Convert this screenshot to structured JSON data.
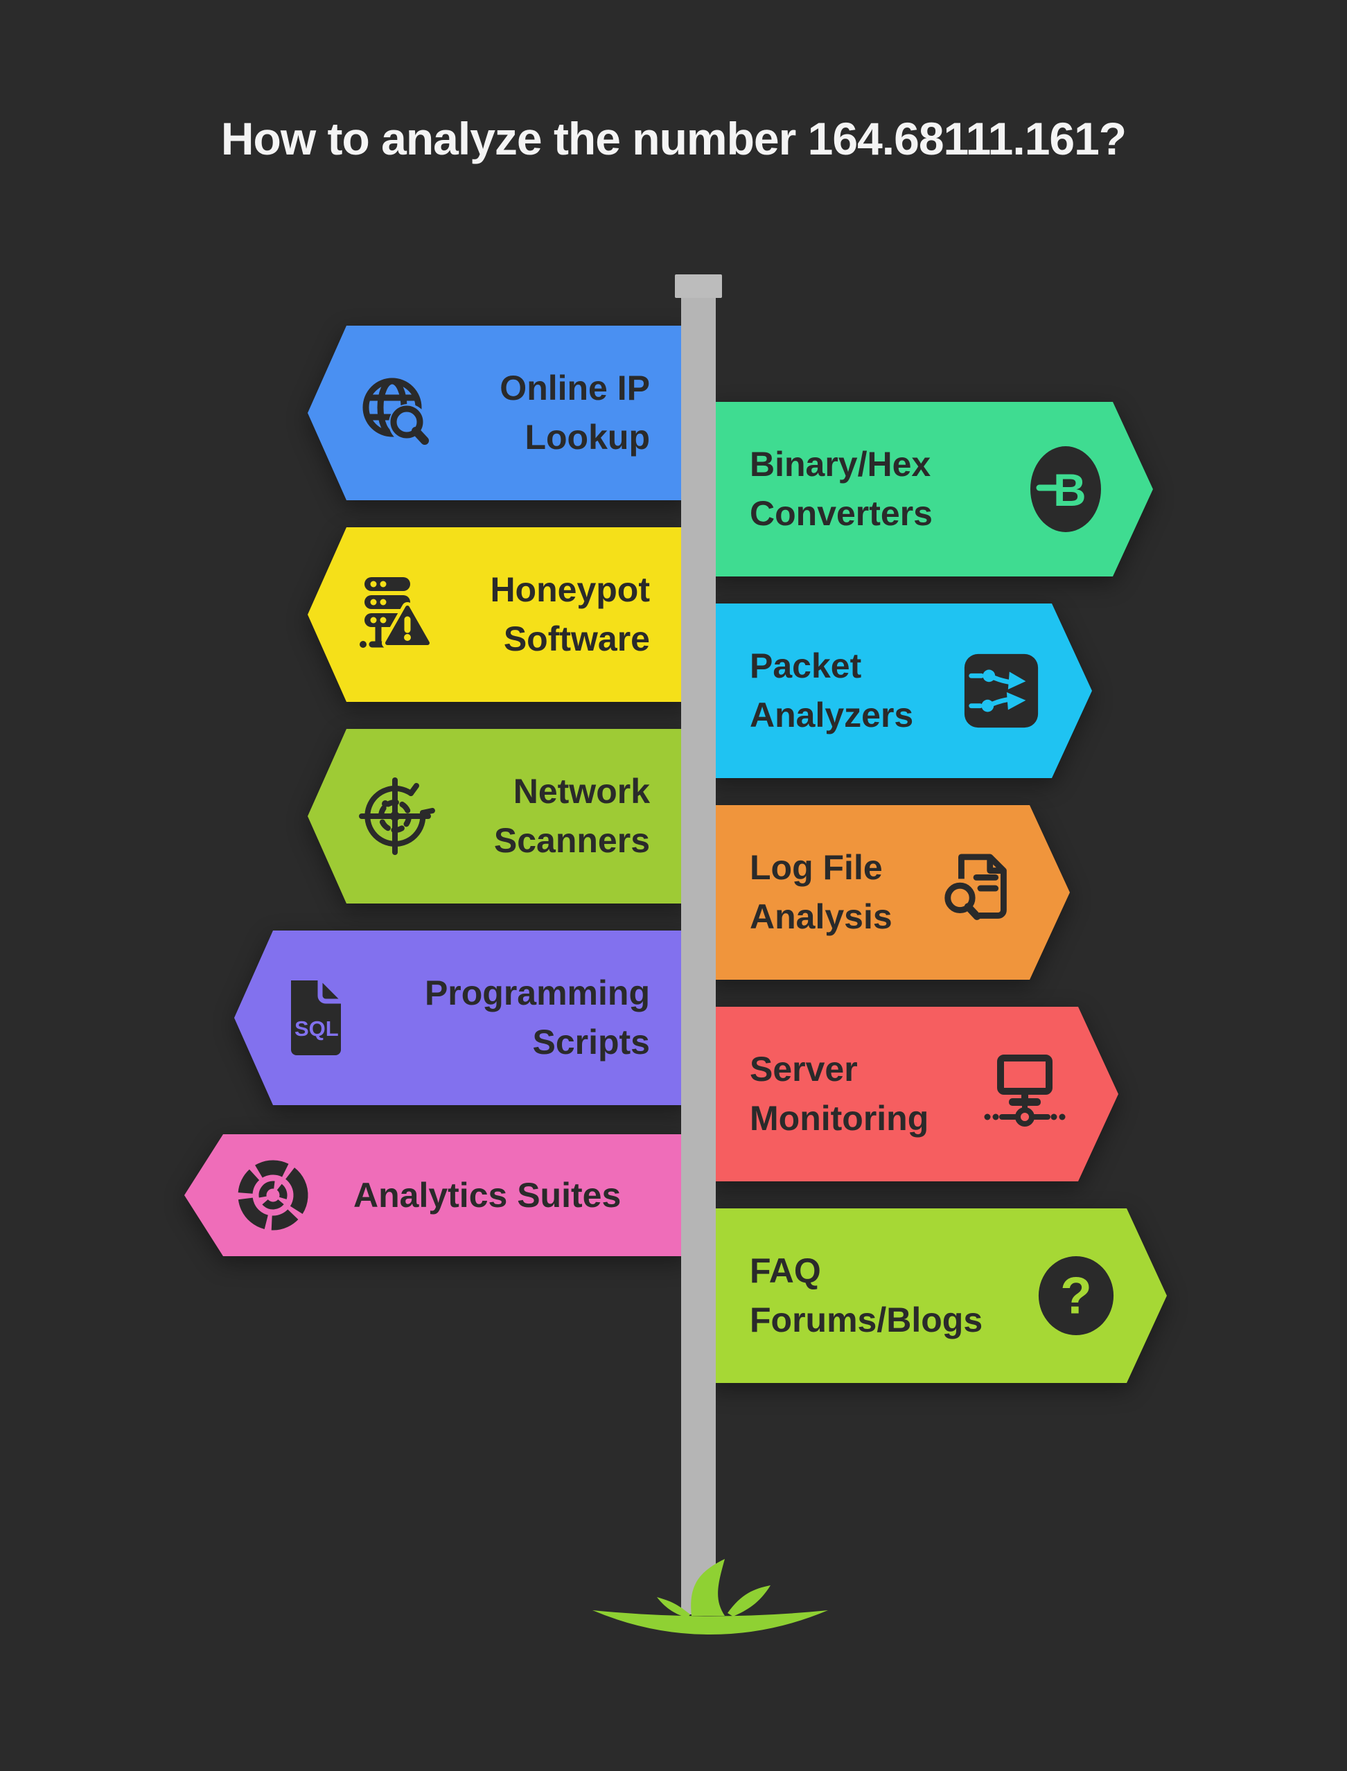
{
  "title": "How to analyze the number 164.68111.161?",
  "colors": {
    "background": "#2B2B2B",
    "title_text": "#F4F4F4",
    "label_text": "#2A2A2A",
    "pole": "#B5B5B5",
    "pole_cap": "#BCBCBC",
    "grass": "#8FD133"
  },
  "signs_left": [
    {
      "id": "online-ip-lookup",
      "label_lines": [
        "Online IP",
        "Lookup"
      ],
      "icon": "globe-search-icon",
      "color": "#4A90F2"
    },
    {
      "id": "honeypot-software",
      "label_lines": [
        "Honeypot",
        "Software"
      ],
      "icon": "server-warning-icon",
      "color": "#F5E019"
    },
    {
      "id": "network-scanners",
      "label_lines": [
        "Network",
        "Scanners"
      ],
      "icon": "radar-icon",
      "color": "#9ECB35"
    },
    {
      "id": "programming-scripts",
      "label_lines": [
        "Programming",
        "Scripts"
      ],
      "icon": "sql-file-icon",
      "color": "#8271EE"
    },
    {
      "id": "analytics-suites",
      "label_lines": [
        "Analytics Suites"
      ],
      "icon": "donut-chart-icon",
      "color": "#EF6DB9"
    }
  ],
  "signs_right": [
    {
      "id": "binary-hex-converters",
      "label_lines": [
        "Binary/Hex",
        "Converters"
      ],
      "icon": "binary-b-icon",
      "color": "#3FDC91"
    },
    {
      "id": "packet-analyzers",
      "label_lines": [
        "Packet",
        "Analyzers"
      ],
      "icon": "packet-flow-icon",
      "color": "#1FC3F2"
    },
    {
      "id": "log-file-analysis",
      "label_lines": [
        "Log File",
        "Analysis"
      ],
      "icon": "document-search-icon",
      "color": "#F0953C"
    },
    {
      "id": "server-monitoring",
      "label_lines": [
        "Server",
        "Monitoring"
      ],
      "icon": "monitor-network-icon",
      "color": "#F65E60"
    },
    {
      "id": "faq-forums-blogs",
      "label_lines": [
        "FAQ",
        "Forums/Blogs"
      ],
      "icon": "question-mark-icon",
      "color": "#A6D835"
    }
  ]
}
